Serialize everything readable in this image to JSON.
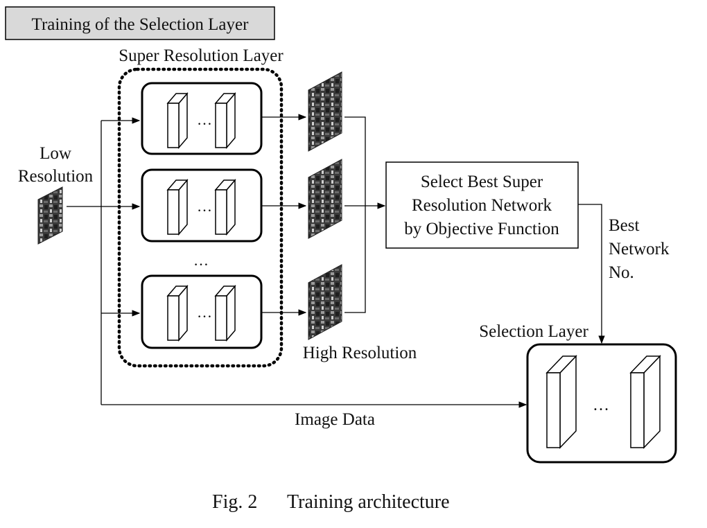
{
  "title_box": "Training of the Selection Layer",
  "labels": {
    "super_resolution_layer": "Super Resolution Layer",
    "low_resolution_line1": "Low",
    "low_resolution_line2": "Resolution",
    "high_resolution": "High Resolution",
    "select_line1": "Select Best Super",
    "select_line2": "Resolution Network",
    "select_line3": "by Objective Function",
    "best_line1": "Best",
    "best_line2": "Network",
    "best_line3": "No.",
    "selection_layer": "Selection Layer",
    "image_data": "Image Data",
    "ellipsis": "…"
  },
  "caption": {
    "fig": "Fig. 2",
    "text": "Training architecture"
  }
}
